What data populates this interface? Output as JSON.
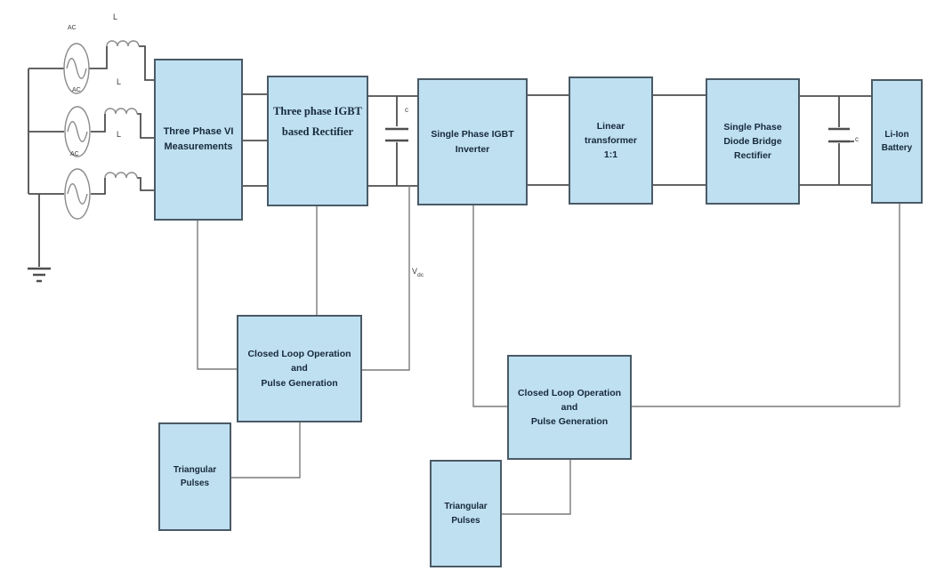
{
  "colors": {
    "block_fill": "#bfe0f1",
    "block_border": "#4a5a66",
    "wire": "#4f4f4f",
    "control_wire": "#7a7a7a",
    "symbol": "#8a8a8a",
    "text": "#16293b"
  },
  "blocks": {
    "vi_measurements": {
      "line1": "Three Phase VI",
      "line2": "Measurements"
    },
    "igbt_rectifier": {
      "line1": "Three phase IGBT",
      "line2": "based Rectifier"
    },
    "igbt_inverter": {
      "line1": "Single Phase IGBT Inverter"
    },
    "linear_transformer": {
      "line1": "Linear transformer",
      "line2": "1:1"
    },
    "diode_rectifier": {
      "line1": "Single Phase",
      "line2": "Diode Bridge Rectifier"
    },
    "battery": {
      "line1": "Li-Ion Battery"
    },
    "closed_loop_rectifier": {
      "line1": "Closed Loop Operation and",
      "line2": "Pulse Generation"
    },
    "triangular_pulses_rectifier": {
      "line1": "Triangular Pulses"
    },
    "closed_loop_inverter": {
      "line1": "Closed Loop Operation and",
      "line2": "Pulse Generation"
    },
    "triangular_pulses_inverter": {
      "line1": "Triangular Pulses"
    }
  },
  "labels": {
    "ac_source": "AC",
    "inductor": "L",
    "capacitor": "c",
    "vdc_symbol": "V",
    "vdc_subscript": "dc"
  }
}
